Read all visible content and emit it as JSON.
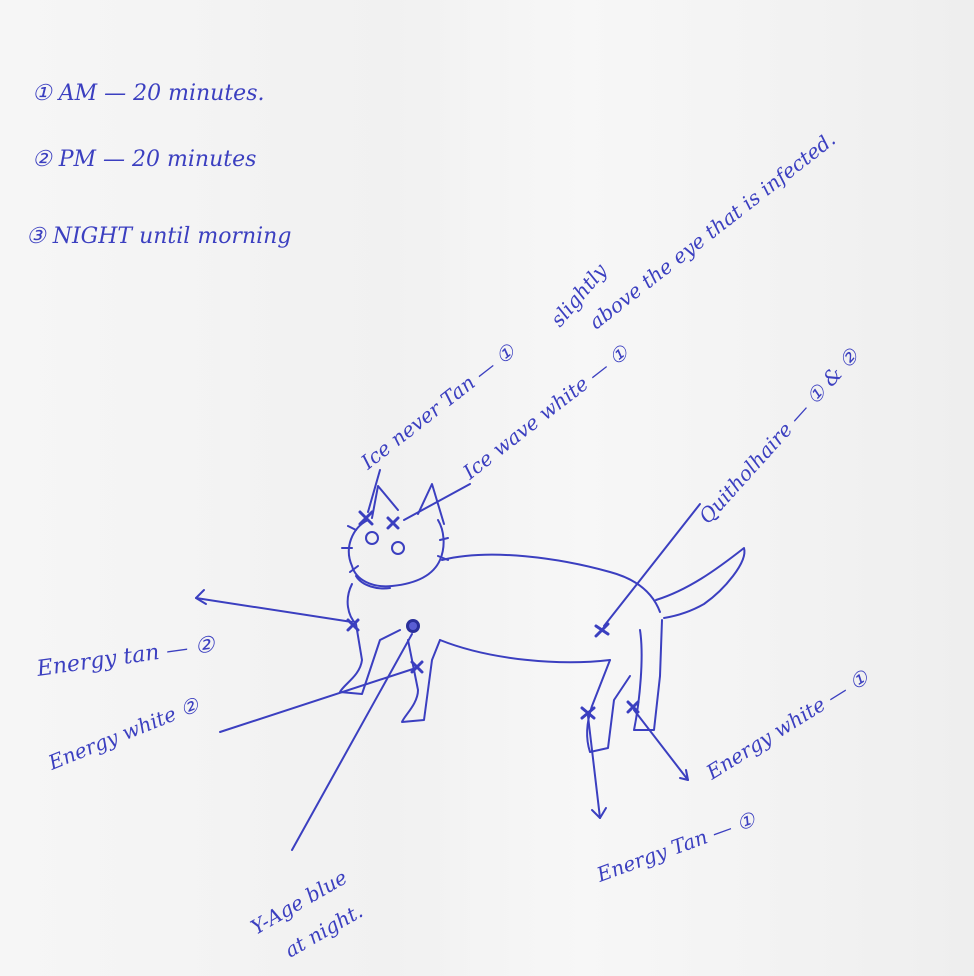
{
  "schedule": {
    "item1": "① AM — 20 minutes.",
    "item2": "② PM — 20 minutes",
    "item3": "③ NIGHT until morning"
  },
  "labels": {
    "ice_never_tan": "Ice never Tan — ①",
    "ice_wave_white": "Ice wave white — ①",
    "slightly_above": "slightly",
    "slightly_above_2": "above the eye that is infected.",
    "quitholhaire": "Quitholhaire — ① & ②",
    "energy_tan_left": "Energy tan — ②",
    "energy_white_left": "Energy white ②",
    "y_age_blue": "Y-Age blue",
    "y_age_blue_2": "at night.",
    "energy_white_right": "Energy white — ①",
    "energy_tan_bottom": "Energy Tan — ①"
  },
  "colors": {
    "ink": "#3b3fc0",
    "paper": "#f4f4f4"
  }
}
